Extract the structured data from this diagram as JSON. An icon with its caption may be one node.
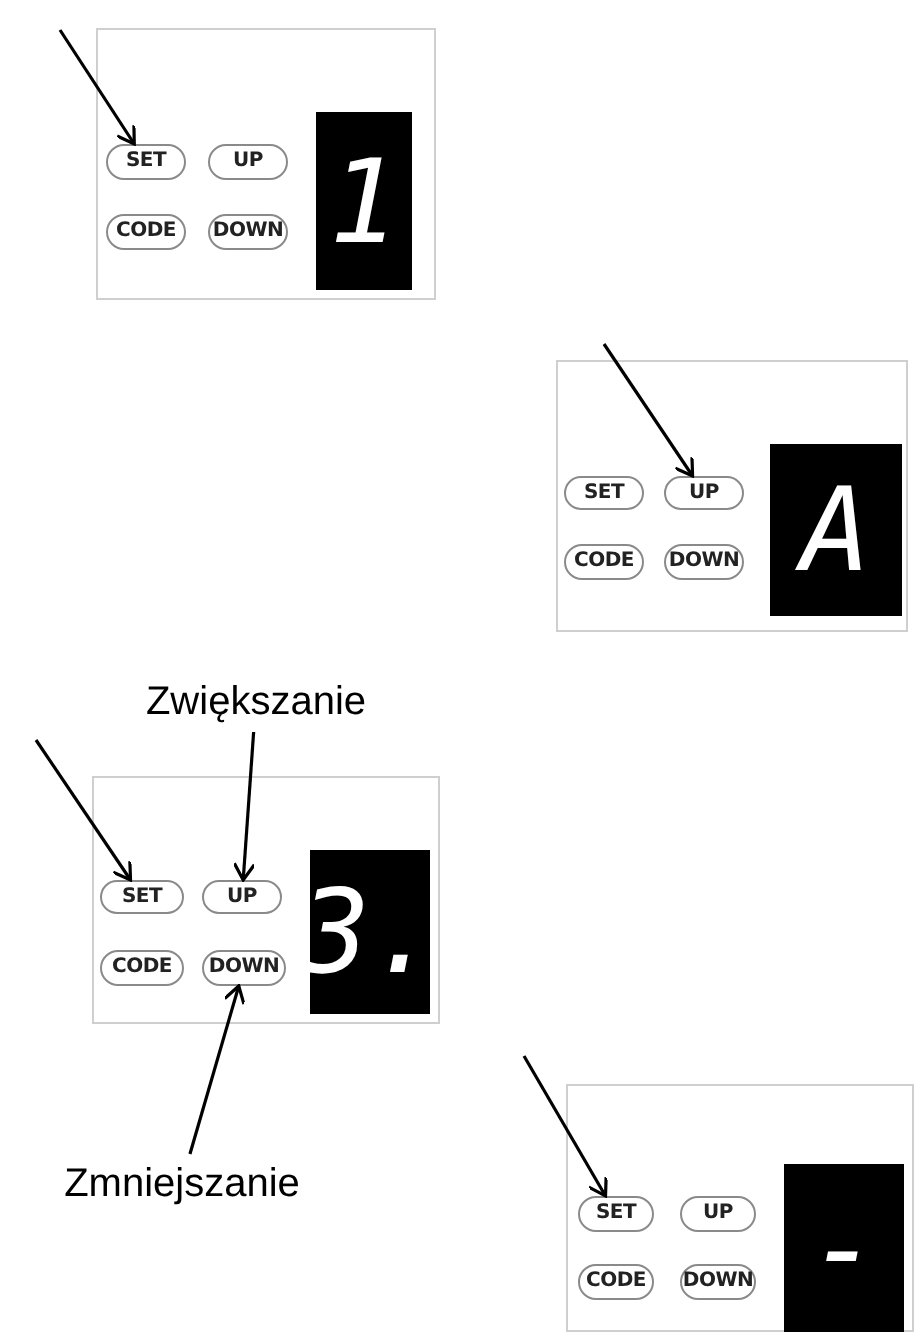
{
  "diagram": {
    "nodes": [
      {
        "text": [],
        "shape": "box"
      },
      {
        "text": [
          "SET"
        ],
        "in": 0
      },
      {
        "text": [
          "UP"
        ],
        "in": 0
      },
      {
        "text": [
          "CODE"
        ],
        "in": 0
      },
      {
        "text": [
          "DOWN"
        ],
        "in": 0
      },
      {
        "text": [
          "1"
        ],
        "in": 0
      },
      {
        "text": [],
        "shape": "box"
      },
      {
        "text": [
          "SET"
        ],
        "in": 6
      },
      {
        "text": [
          "UP"
        ],
        "in": 6
      },
      {
        "text": [
          "CODE"
        ],
        "in": 6
      },
      {
        "text": [
          "DOWN"
        ],
        "in": 6
      },
      {
        "text": [
          "A"
        ],
        "in": 6
      },
      {
        "text": [
          "Zwiększanie"
        ]
      },
      {
        "text": [],
        "shape": "box"
      },
      {
        "text": [
          "SET"
        ],
        "in": 13
      },
      {
        "text": [
          "UP"
        ],
        "in": 13
      },
      {
        "text": [
          "CODE"
        ],
        "in": 13
      },
      {
        "text": [
          "DOWN"
        ],
        "in": 13
      },
      {
        "text": [
          "3."
        ],
        "in": 13
      },
      {
        "text": [
          "Zmniejszanie"
        ]
      },
      {
        "text": [],
        "shape": "box"
      },
      {
        "text": [
          "SET"
        ],
        "in": 20
      },
      {
        "text": [
          "UP"
        ],
        "in": 20
      },
      {
        "text": [
          "CODE"
        ],
        "in": 20
      },
      {
        "text": [
          "DOWN"
        ],
        "in": 20
      },
      {
        "text": [
          "-"
        ],
        "in": 20
      }
    ],
    "edges": [
      {
        "from": null,
        "to": 1,
        "arrow": "to"
      },
      {
        "from": null,
        "to": 8,
        "arrow": "to"
      },
      {
        "from": null,
        "to": 14,
        "arrow": "to"
      },
      {
        "from": 12,
        "to": 15,
        "arrow": "to"
      },
      {
        "from": 19,
        "to": 17,
        "arrow": "to"
      },
      {
        "from": null,
        "to": 21,
        "arrow": "to"
      }
    ]
  }
}
